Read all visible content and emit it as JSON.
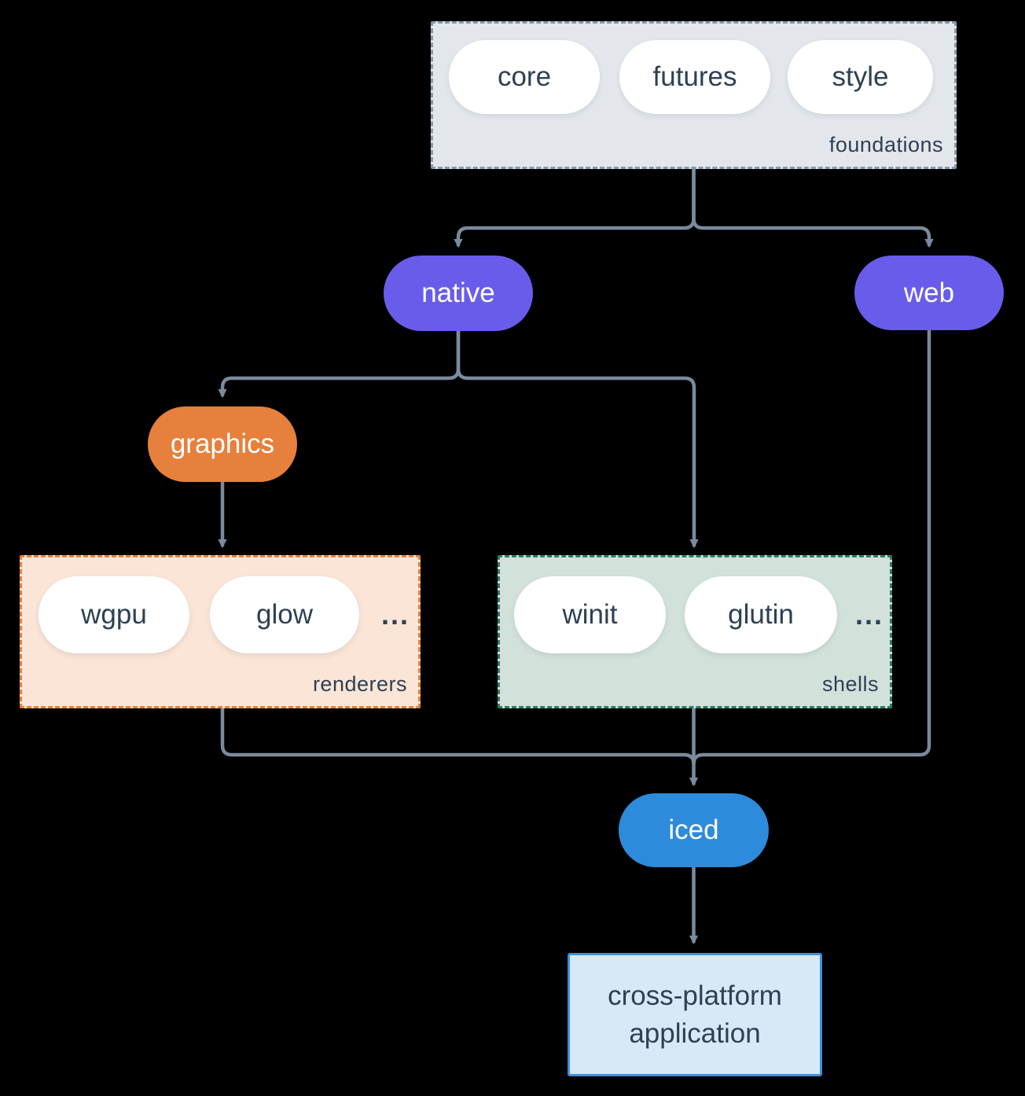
{
  "diagram": {
    "foundations": {
      "label": "foundations",
      "items": [
        "core",
        "futures",
        "style"
      ]
    },
    "native": {
      "label": "native"
    },
    "web": {
      "label": "web"
    },
    "graphics": {
      "label": "graphics"
    },
    "renderers": {
      "label": "renderers",
      "items": [
        "wgpu",
        "glow"
      ],
      "ellipsis": "..."
    },
    "shells": {
      "label": "shells",
      "items": [
        "winit",
        "glutin"
      ],
      "ellipsis": "..."
    },
    "iced": {
      "label": "iced"
    },
    "application": {
      "line1": "cross-platform",
      "line2": "application"
    },
    "colors": {
      "background": "#000000",
      "edge": "#7A8B9C",
      "foundations_fill": "#E3E7EB",
      "foundations_border": "#8898A8",
      "node_purple": "#6A5CEA",
      "node_orange": "#E6803C",
      "node_blue": "#2E8BDB",
      "renderers_fill": "#FAE5D6",
      "renderers_border": "#E6803C",
      "shells_fill": "#D2E1DA",
      "shells_border": "#2B7D68",
      "application_fill": "#D8E8F7",
      "application_border": "#3E8FDB",
      "text_dark": "#2E4053",
      "text_light": "#FFFFFF"
    }
  }
}
